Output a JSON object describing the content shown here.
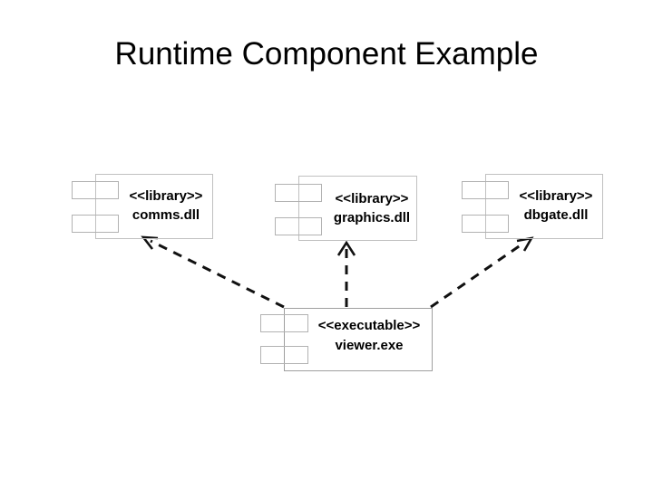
{
  "slide": {
    "title": "Runtime Component Example",
    "background": "#ffffff"
  },
  "diagram": {
    "type": "uml-component-diagram",
    "components": [
      {
        "stereotype": "<<library>>",
        "name": "comms.dll"
      },
      {
        "stereotype": "<<library>>",
        "name": "graphics.dll"
      },
      {
        "stereotype": "<<library>>",
        "name": "dbgate.dll"
      },
      {
        "stereotype": "<<executable>>",
        "name": "viewer.exe"
      }
    ],
    "dependencies": [
      {
        "from": "viewer.exe",
        "to": "comms.dll",
        "line": "dashed",
        "arrowhead": "open"
      },
      {
        "from": "viewer.exe",
        "to": "graphics.dll",
        "line": "dashed",
        "arrowhead": "open"
      },
      {
        "from": "viewer.exe",
        "to": "dbgate.dll",
        "line": "dashed",
        "arrowhead": "open"
      }
    ],
    "colors": {
      "text": "#000000",
      "arrow": "#111111",
      "component_outline": "#b2b2b2"
    }
  }
}
